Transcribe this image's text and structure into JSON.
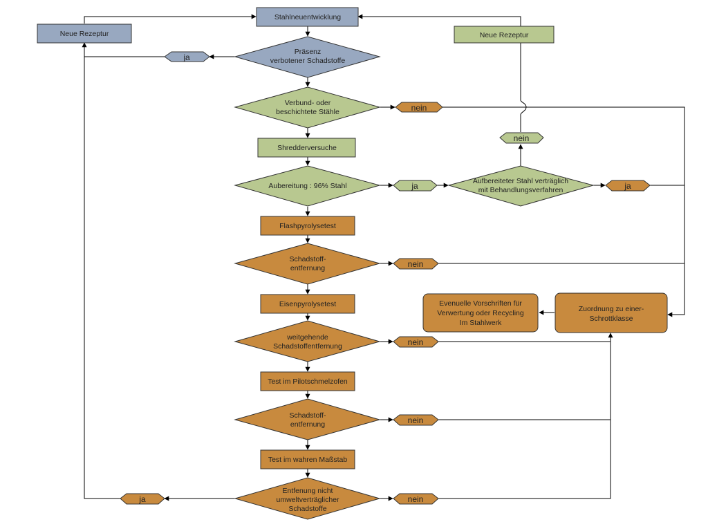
{
  "colors": {
    "blue": "#98a8c0",
    "green": "#b8c890",
    "orange": "#c88a3e",
    "line": "#000000"
  },
  "nodes": {
    "top": "Stahlneuentwicklung",
    "rezept_left": "Neue Rezeptur",
    "rezept_right": "Neue Rezeptur",
    "d_praesenz": [
      "Präsenz",
      "verbotener Schadstoffe"
    ],
    "d_verbund": [
      "Verbund- oder",
      "beschichtete Stähle"
    ],
    "shredder": "Shredderversuche",
    "d_aufbereitung": [
      "Aubereitung : 96% Stahl"
    ],
    "d_vertraeglich": [
      "Aufbereiteter Stahl verträglich",
      "mit Behandlungsverfahren"
    ],
    "flash": "Flashpyrolysetest",
    "d_schadstoff1": [
      "Schadstoff-",
      "entfernung"
    ],
    "eisen": "Eisenpyrolysetest",
    "d_weitgehend": [
      "weitgehende",
      "Schadstoffentfernung"
    ],
    "pilot": "Test im Pilotschmelzofen",
    "d_schadstoff2": [
      "Schadstoff-",
      "entfernung"
    ],
    "massstab": "Test im wahren Maßstab",
    "d_entfernung": [
      "Entfenung nicht",
      "umweltverträglicher",
      "Schadstoffe"
    ],
    "vorschriften": [
      "Evenuelle Vorschriften für",
      "Verwertung oder Recycling",
      "Im Stahlwerk"
    ],
    "zuordnung": [
      "Zuordnung zu einer-",
      "Schrottklasse"
    ]
  },
  "tags": {
    "ja_1": "ja",
    "nein_1": "nein",
    "ja_2": "ja",
    "ja_3": "ja",
    "nein_2": "nein",
    "nein_3": "nein",
    "nein_4": "nein",
    "nein_5": "nein",
    "nein_6": "nein",
    "ja_4": "ja"
  }
}
